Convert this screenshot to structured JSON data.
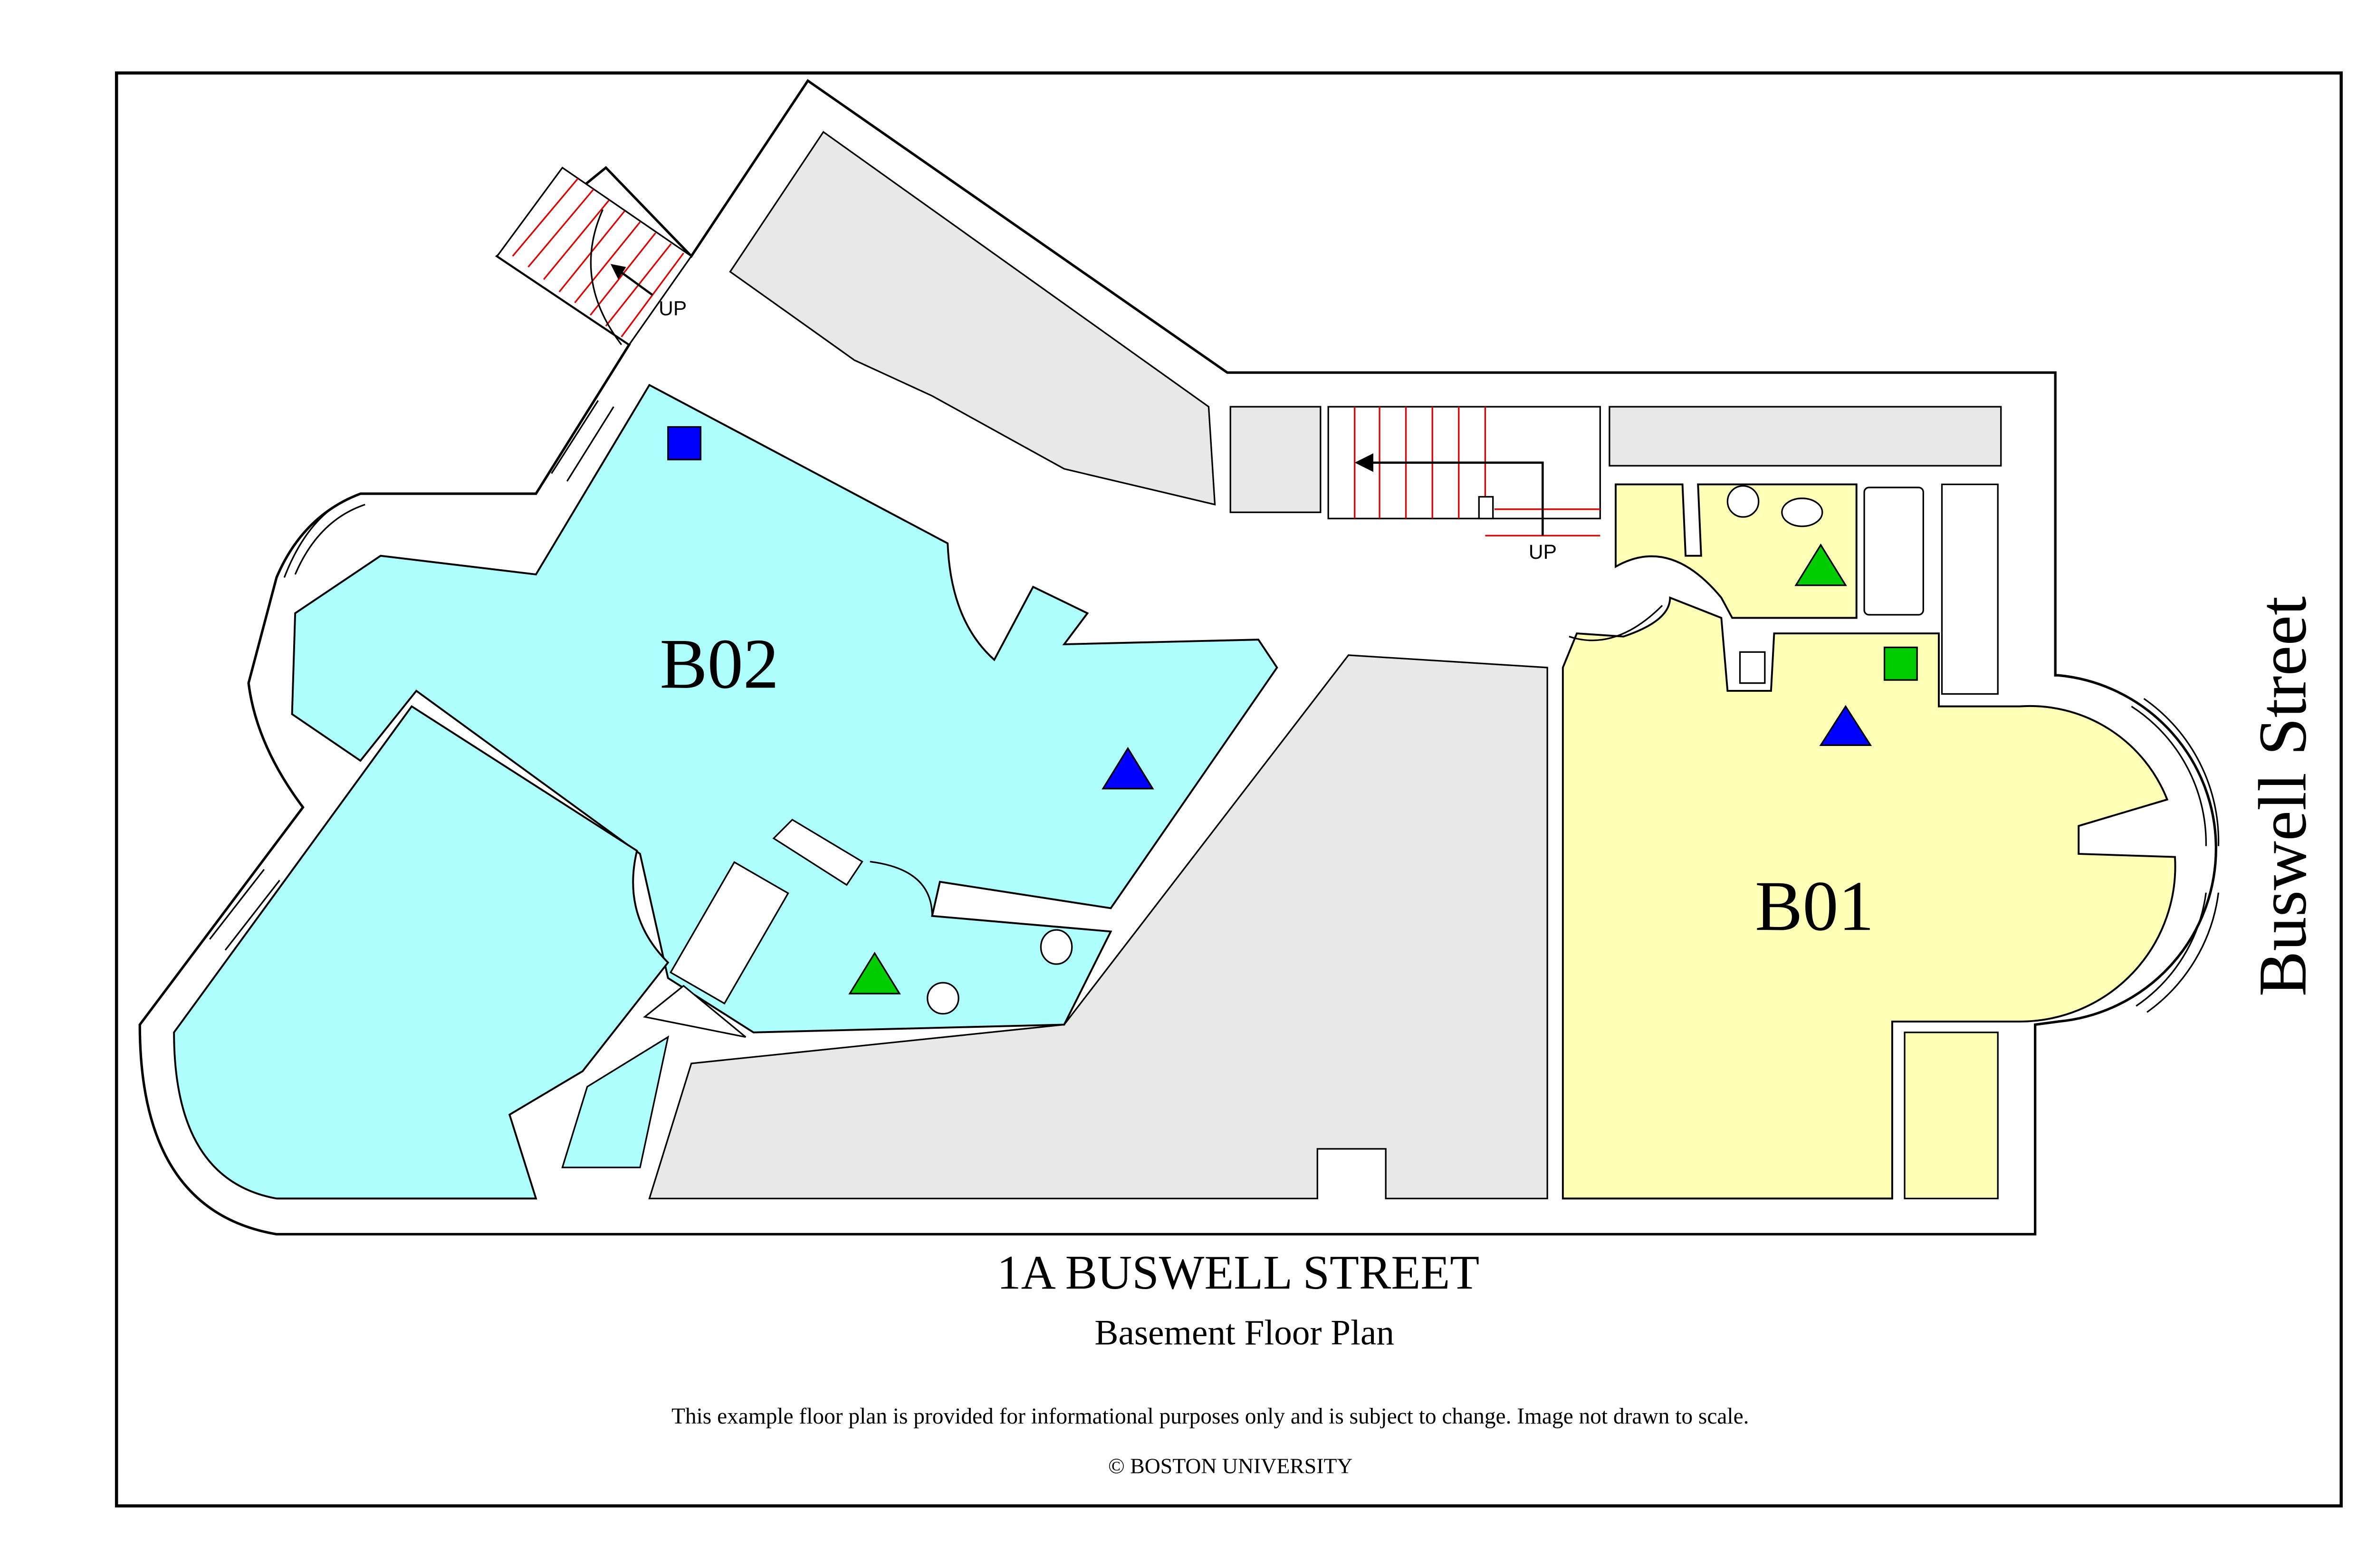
{
  "rooms": [
    {
      "id": "B02",
      "label": "B02",
      "color": "#b0ffff"
    },
    {
      "id": "B01",
      "label": "B01",
      "color": "#ffffb8"
    }
  ],
  "colors": {
    "unassigned_area": "#e8e8e8",
    "stairs": "#e00000",
    "marker_blue": "#0000ff",
    "marker_green": "#00cc00"
  },
  "stairs": [
    {
      "label": "UP"
    },
    {
      "label": "UP"
    }
  ],
  "markers": [
    {
      "room": "B02",
      "shape": "square",
      "color": "blue",
      "icon": "blue-square-icon"
    },
    {
      "room": "B02",
      "shape": "triangle",
      "color": "blue",
      "icon": "blue-triangle-icon"
    },
    {
      "room": "B02",
      "shape": "triangle",
      "color": "green",
      "icon": "green-triangle-icon"
    },
    {
      "room": "B01",
      "shape": "triangle",
      "color": "green",
      "icon": "green-triangle-icon"
    },
    {
      "room": "B01",
      "shape": "square",
      "color": "green",
      "icon": "green-square-icon"
    },
    {
      "room": "B01",
      "shape": "triangle",
      "color": "blue",
      "icon": "blue-triangle-icon"
    }
  ],
  "street_label": "Buswell Street",
  "title": "1A BUSWELL STREET",
  "subtitle": "Basement Floor Plan",
  "disclaimer": "This example floor plan is provided for informational purposes only and is subject to change. Image not drawn to scale.",
  "copyright": "© BOSTON UNIVERSITY"
}
